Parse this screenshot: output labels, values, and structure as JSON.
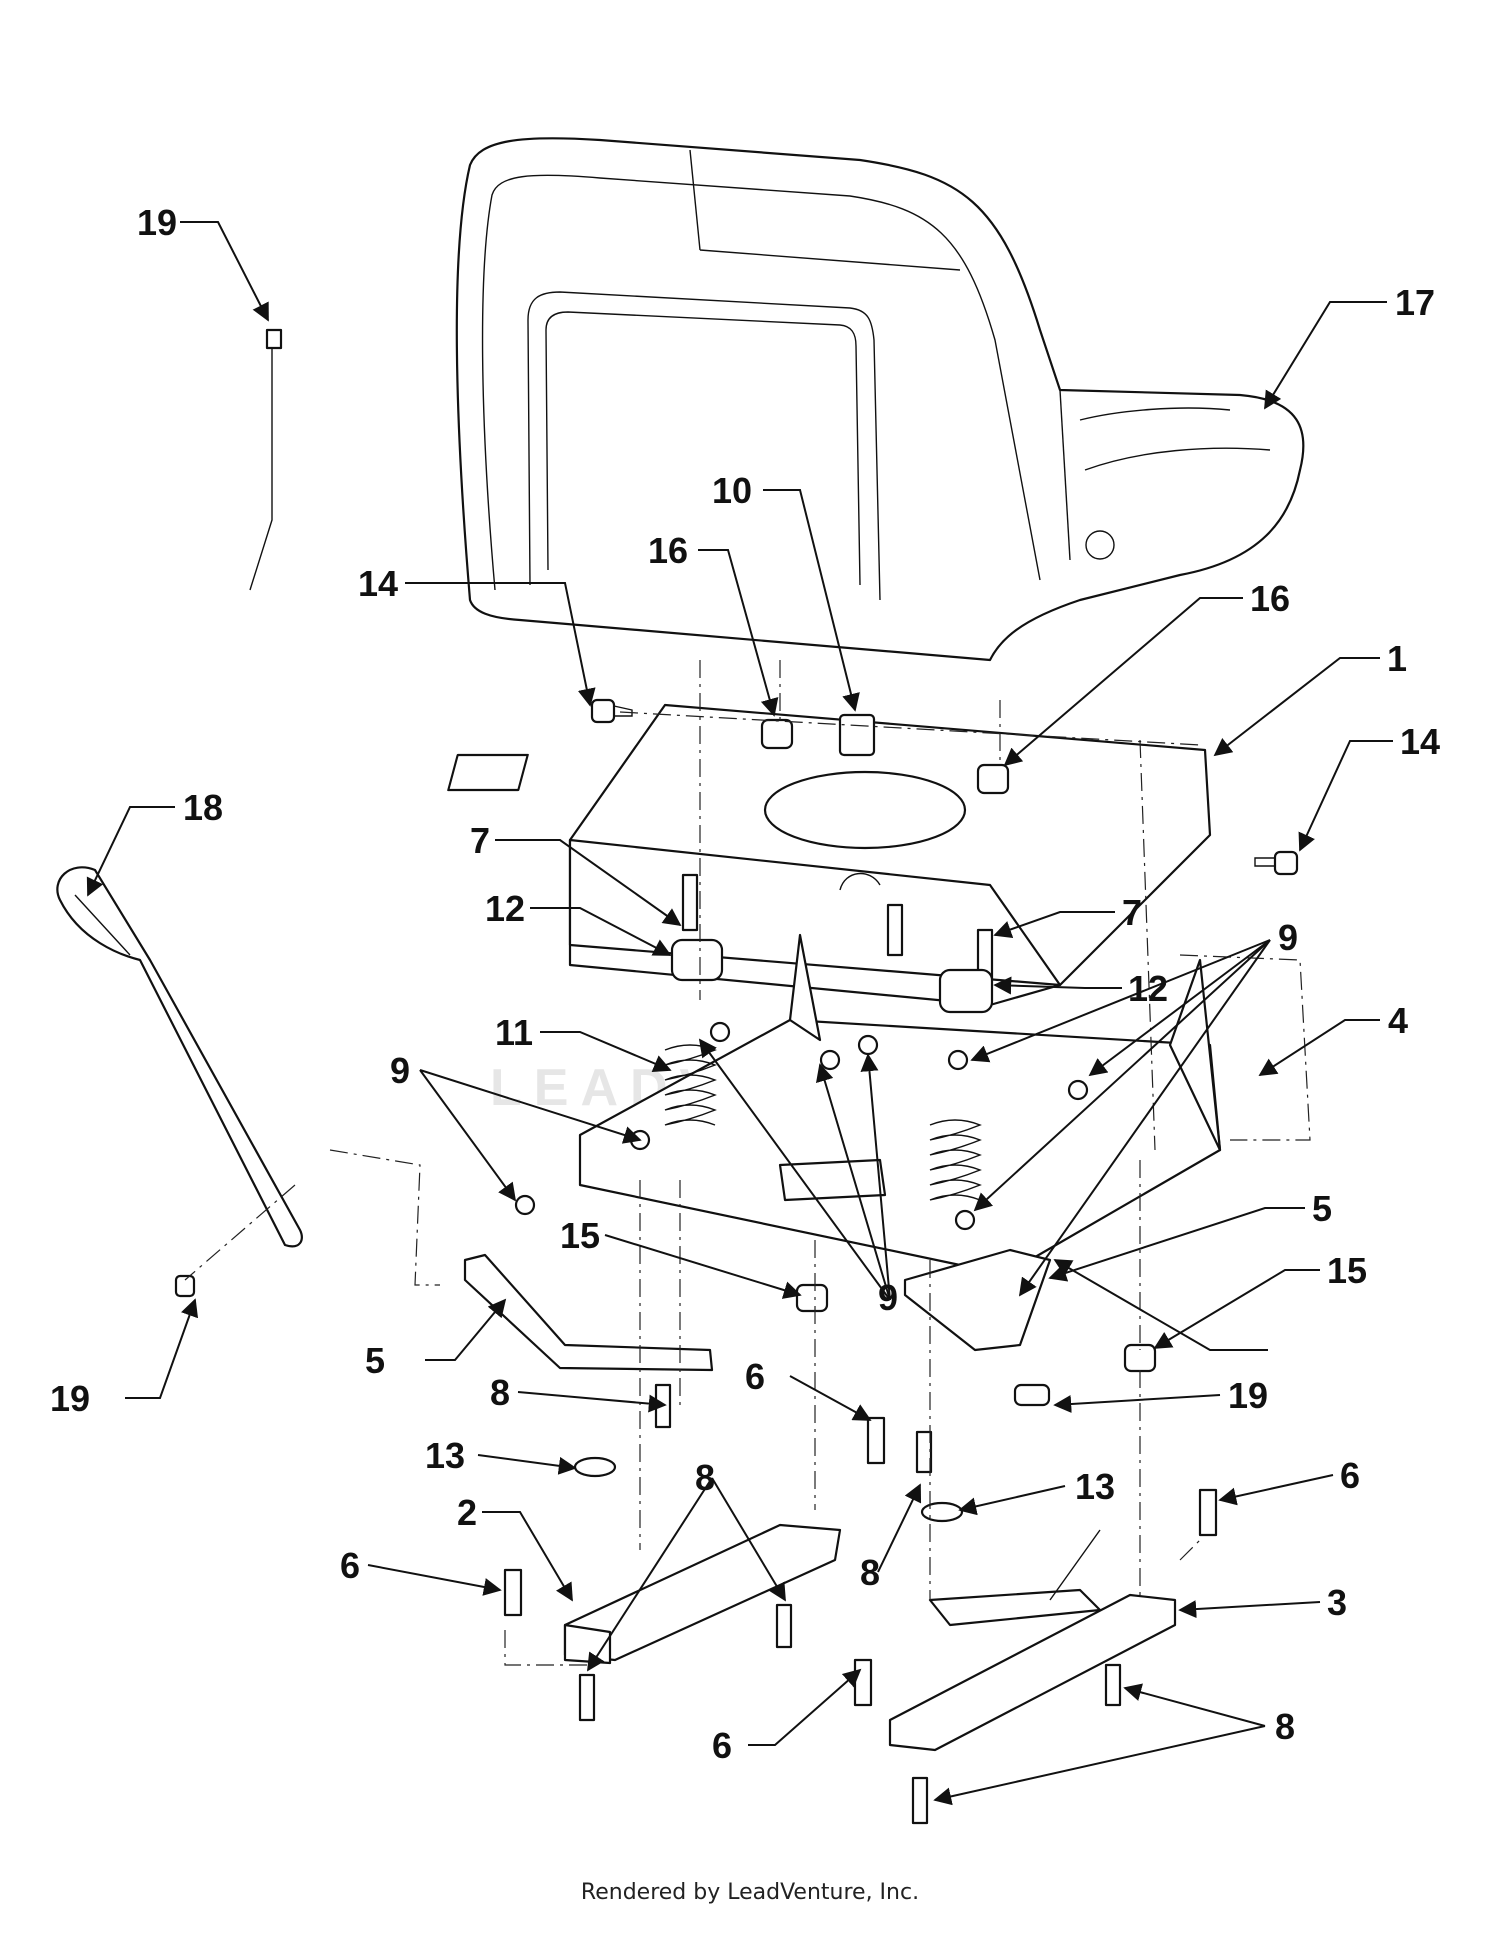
{
  "footer": "Rendered by LeadVenture, Inc.",
  "watermark": "LEADVENTURE",
  "callouts": [
    {
      "id": "c19a",
      "label": "19"
    },
    {
      "id": "c17",
      "label": "17"
    },
    {
      "id": "c10",
      "label": "10"
    },
    {
      "id": "c16a",
      "label": "16"
    },
    {
      "id": "c14a",
      "label": "14"
    },
    {
      "id": "c16b",
      "label": "16"
    },
    {
      "id": "c1",
      "label": "1"
    },
    {
      "id": "c14b",
      "label": "14"
    },
    {
      "id": "c18",
      "label": "18"
    },
    {
      "id": "c7a",
      "label": "7"
    },
    {
      "id": "c12a",
      "label": "12"
    },
    {
      "id": "c7b",
      "label": "7"
    },
    {
      "id": "c12b",
      "label": "12"
    },
    {
      "id": "c9a",
      "label": "9"
    },
    {
      "id": "c11",
      "label": "11"
    },
    {
      "id": "c4",
      "label": "4"
    },
    {
      "id": "c9b",
      "label": "9"
    },
    {
      "id": "c5a",
      "label": "5"
    },
    {
      "id": "c15a",
      "label": "15"
    },
    {
      "id": "c9c",
      "label": "9"
    },
    {
      "id": "c15b",
      "label": "15"
    },
    {
      "id": "c5b",
      "label": "5"
    },
    {
      "id": "c19b",
      "label": "19"
    },
    {
      "id": "c8a",
      "label": "8"
    },
    {
      "id": "c6a",
      "label": "6"
    },
    {
      "id": "c19c",
      "label": "19"
    },
    {
      "id": "c13a",
      "label": "13"
    },
    {
      "id": "c8b",
      "label": "8"
    },
    {
      "id": "c13b",
      "label": "13"
    },
    {
      "id": "c6b",
      "label": "6"
    },
    {
      "id": "c2",
      "label": "2"
    },
    {
      "id": "c6c",
      "label": "6"
    },
    {
      "id": "c8c",
      "label": "8"
    },
    {
      "id": "c3",
      "label": "3"
    },
    {
      "id": "c6d",
      "label": "6"
    },
    {
      "id": "c8d",
      "label": "8"
    }
  ]
}
